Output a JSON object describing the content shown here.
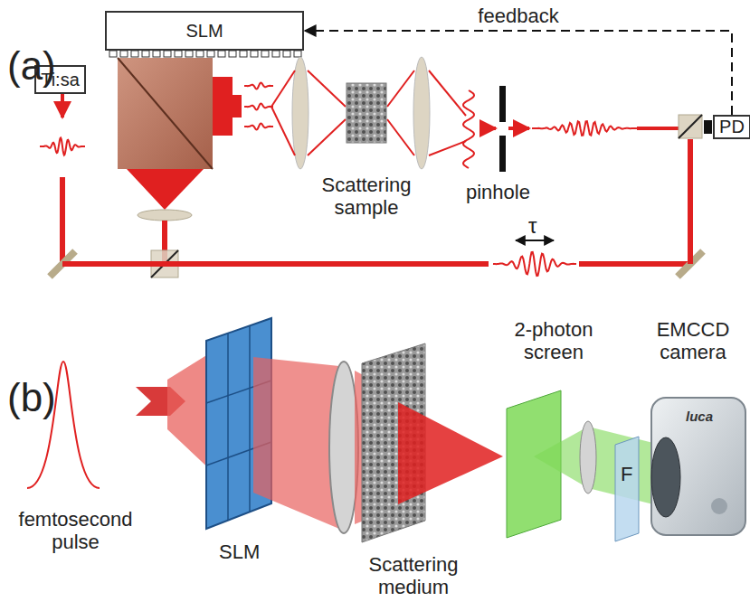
{
  "diagram": {
    "nodes": [
      {
        "text": [
          "SLM"
        ]
      },
      {
        "text": [
          "Ti:sa"
        ]
      },
      {
        "text": [
          "PD"
        ]
      }
    ],
    "edges": [
      {
        "from": 2,
        "to": 0,
        "label": "feedback",
        "arrow": "to"
      }
    ],
    "labels": [
      "(a)",
      "Scattering sample",
      "pinhole",
      "τ",
      "(b)",
      "femtosecond pulse",
      "SLM",
      "Scattering medium",
      "2-photon screen",
      "EMCCD camera",
      "F",
      "luca"
    ]
  }
}
